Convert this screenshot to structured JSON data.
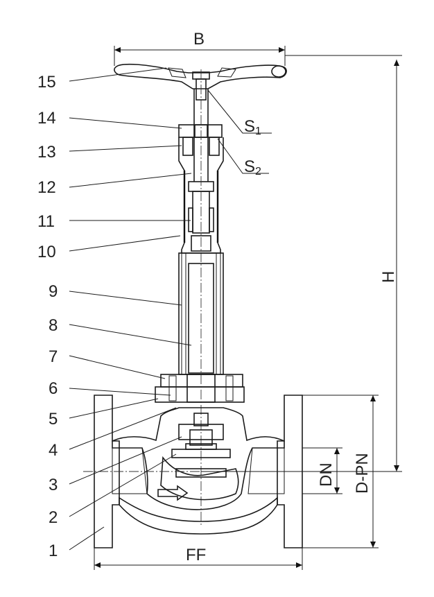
{
  "part_numbers": [
    "15",
    "14",
    "13",
    "12",
    "11",
    "10",
    "9",
    "8",
    "7",
    "6",
    "5",
    "4",
    "3",
    "2",
    "1"
  ],
  "dimensions": {
    "B": "B",
    "H": "H",
    "FF": "FF",
    "DN": "DN",
    "D_PN": "D-PN"
  },
  "seals": {
    "s1_main": "S",
    "s1_sub": "1",
    "s2_main": "S",
    "s2_sub": "2"
  }
}
